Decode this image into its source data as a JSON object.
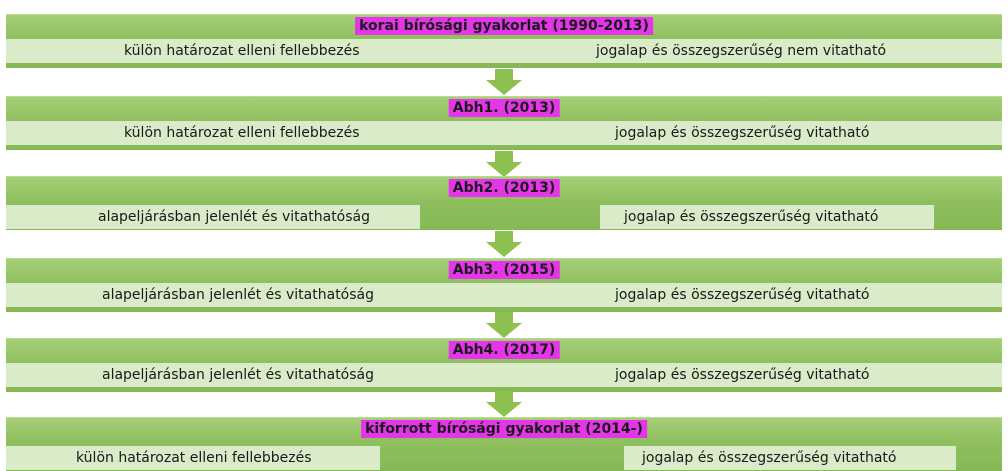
{
  "colors": {
    "band": "#8fbf5e",
    "row": "#d9ebc8",
    "title_highlight": "#e535e8",
    "arrow": "#8cc152"
  },
  "arrow_icon": "down-arrow-icon",
  "stages": [
    {
      "title": "korai bírósági gyakorlat (1990-2013)",
      "left": "külön határozat elleni fellebbezés",
      "right": "jogalap és összegszerűség nem vitatható"
    },
    {
      "title": "Abh1. (2013)",
      "left": "külön határozat elleni fellebbezés",
      "right": "jogalap és összegszerűség vitatható"
    },
    {
      "title": "Abh2. (2013)",
      "left": "alapeljárásban jelenlét és vitathatóság",
      "right": "jogalap és összegszerűség vitatható"
    },
    {
      "title": "Abh3. (2015)",
      "left": "alapeljárásban jelenlét és vitathatóság",
      "right": "jogalap és összegszerűség vitatható"
    },
    {
      "title": "Abh4. (2017)",
      "left": "alapeljárásban jelenlét és vitathatóság",
      "right": "jogalap és összegszerűség vitatható"
    },
    {
      "title": "kiforrott bírósági gyakorlat (2014-)",
      "left": "külön határozat elleni fellebbezés",
      "right": "jogalap és összegszerűség vitatható"
    }
  ]
}
